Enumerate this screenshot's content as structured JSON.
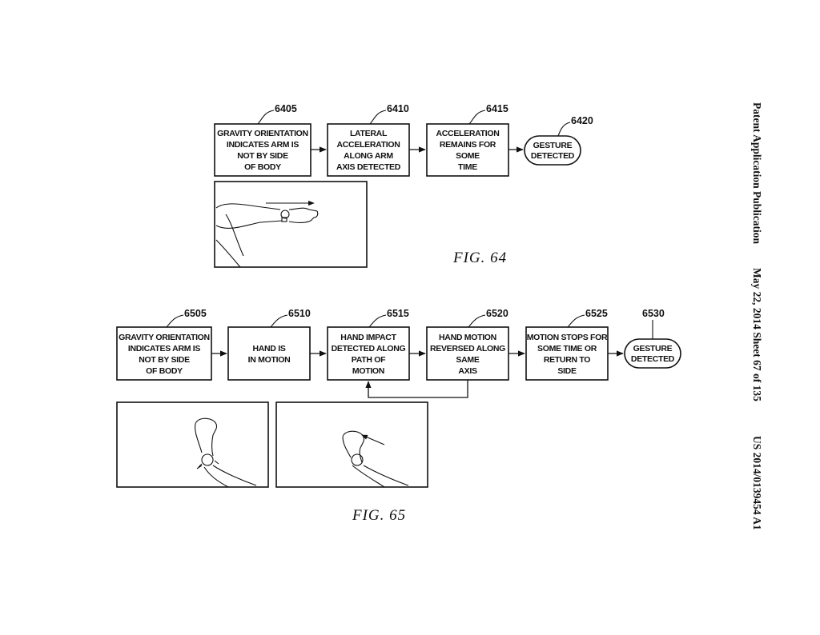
{
  "header": {
    "publication": "Patent Application Publication",
    "date_sheet": "May 22, 2014  Sheet 67 of 135",
    "pub_number": "US 2014/0139454 A1"
  },
  "fig64": {
    "caption": "FIG.  64",
    "steps": [
      {
        "ref": "6405",
        "lines": [
          "GRAVITY ORIENTATION",
          "INDICATES ARM IS",
          "NOT BY SIDE",
          "OF BODY"
        ]
      },
      {
        "ref": "6410",
        "lines": [
          "LATERAL",
          "ACCELERATION",
          "ALONG ARM",
          "AXIS DETECTED"
        ]
      },
      {
        "ref": "6415",
        "lines": [
          "ACCELERATION",
          "REMAINS FOR",
          "SOME",
          "TIME"
        ]
      },
      {
        "ref": "6420",
        "lines": [
          "GESTURE",
          "DETECTED"
        ]
      }
    ]
  },
  "fig65": {
    "caption": "FIG.  65",
    "steps": [
      {
        "ref": "6505",
        "lines": [
          "GRAVITY ORIENTATION",
          "INDICATES ARM IS",
          "NOT BY SIDE",
          "OF BODY"
        ]
      },
      {
        "ref": "6510",
        "lines": [
          "HAND IS",
          "IN MOTION"
        ]
      },
      {
        "ref": "6515",
        "lines": [
          "HAND IMPACT",
          "DETECTED ALONG",
          "PATH OF",
          "MOTION"
        ]
      },
      {
        "ref": "6520",
        "lines": [
          "HAND MOTION",
          "REVERSED ALONG",
          "SAME",
          "AXIS"
        ]
      },
      {
        "ref": "6525",
        "lines": [
          "MOTION STOPS FOR",
          "SOME TIME OR",
          "RETURN TO",
          "SIDE"
        ]
      },
      {
        "ref": "6530",
        "lines": [
          "GESTURE",
          "DETECTED"
        ]
      }
    ]
  }
}
